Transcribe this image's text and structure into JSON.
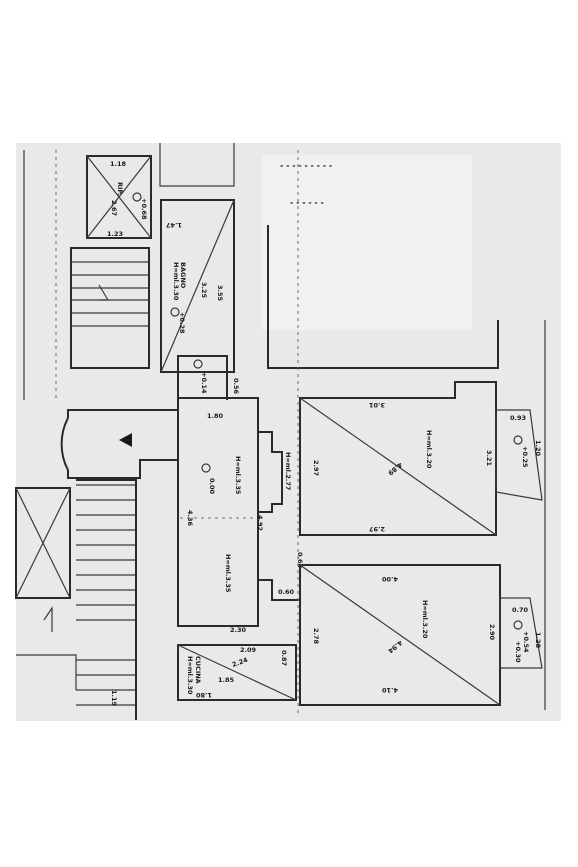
{
  "plan": {
    "room_labels": {
      "top_small_room": "RIP.",
      "bathroom": "BAGNO",
      "kitchen": "CUCINA",
      "upper_room": "H=ml.3.20",
      "lower_room": "H=ml.3.20",
      "corridor_upper": "H=ml.3.35",
      "corridor_lower": "H=ml.3.35",
      "passage": "H=ml.2.77",
      "bathroom_height": "H=ml.3.30",
      "kitchen_height": "H=ml.3.30"
    },
    "dimensions": {
      "d_118": "1.18",
      "d_123": "1.23",
      "d_267": "2.67",
      "d_147": "1.47",
      "d_355": "3.55",
      "d_325": "3.25",
      "d_056": "0.56",
      "d_180": "1.80",
      "d_436": "4.36",
      "d_492": "4.92",
      "d_230": "2.30",
      "d_209": "2.09",
      "d_224": "2.24",
      "d_185": "1.85",
      "d_180b": "1.80",
      "d_087": "0.87",
      "d_060": "0.60",
      "d_060b": "0.60",
      "d_301": "3.01",
      "d_297": "2.97",
      "d_297b": "2.97",
      "d_489": "4.89",
      "d_321": "3.21",
      "d_093": "0.93",
      "d_120": "1.20",
      "d_400": "4.00",
      "d_278": "2.78",
      "d_494": "4.94",
      "d_290": "2.90",
      "d_410": "4.10",
      "d_070": "0.70",
      "d_128": "1.28"
    },
    "levels": {
      "lv_068": "+0.68",
      "lv_028": "+0.28",
      "lv_014": "+0.14",
      "lv_000": "0.00",
      "lv_025": "+0.25",
      "lv_054": "+0.54",
      "lv_030": "+0.30"
    },
    "misc": {
      "stair_note": "1.19",
      "scribble_top": "- - - - -  - - -  -",
      "scribble_top2": "- - -  - - -"
    }
  }
}
